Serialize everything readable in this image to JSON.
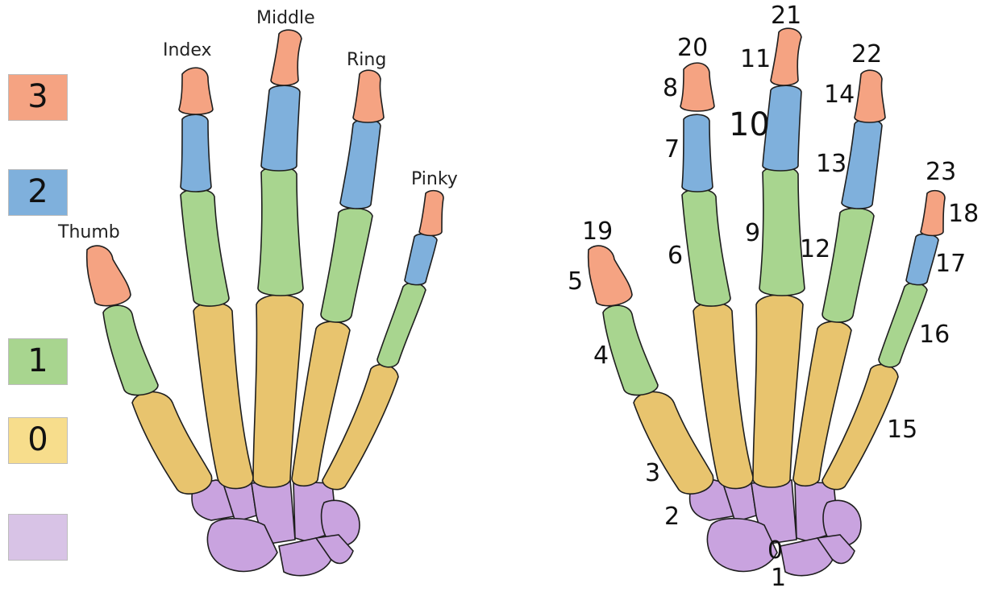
{
  "legend": [
    {
      "text": "3",
      "color": "#f5a382"
    },
    {
      "text": "2",
      "color": "#7fb0dc"
    },
    {
      "text": "1",
      "color": "#a8d58f"
    },
    {
      "text": "0",
      "color": "#f7dd8c"
    },
    {
      "text": "",
      "color": "#d8c3e6"
    }
  ],
  "finger_labels": [
    "Thumb",
    "Index",
    "Middle",
    "Ring",
    "Pinky"
  ],
  "keypoint_labels": [
    "0",
    "1",
    "2",
    "3",
    "4",
    "5",
    "6",
    "7",
    "8",
    "9",
    "10",
    "11",
    "12",
    "13",
    "14",
    "15",
    "16",
    "17",
    "18",
    "19",
    "20",
    "21",
    "22",
    "23"
  ],
  "colors": {
    "distal": "#f5a382",
    "middle": "#7fb0dc",
    "proximal": "#a8d58f",
    "metacarpal": "#e8c46e",
    "carpal": "#c9a3df",
    "outline": "#1e1e1e"
  }
}
